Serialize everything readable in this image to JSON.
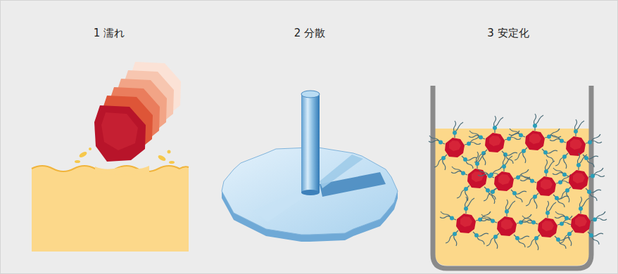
{
  "diagram": {
    "labels": [
      "1  濡れ",
      "2  分散",
      "3  安定化"
    ]
  }
}
